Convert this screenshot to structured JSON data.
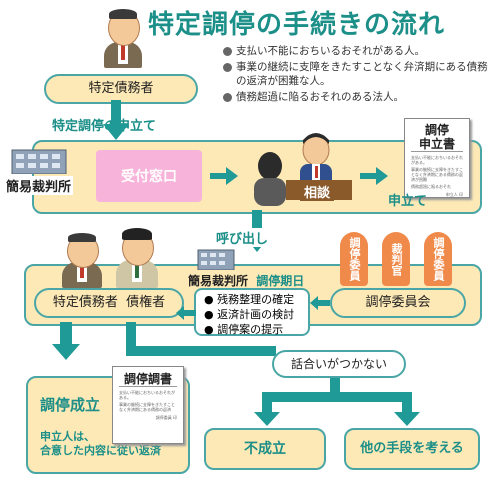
{
  "title": "特定調停の手続きの流れ",
  "bullets": [
    "支払い不能におちいるおそれがある人。",
    "事業の継続に支障をきたすことなく弁済期にある債務の返済が困難な人。",
    "債務超過に陥るおそれのある法人。"
  ],
  "debtor_top": "特定債務者",
  "apply_label": "特定調停の申立て",
  "court1": "簡易裁判所",
  "reception": "受付窓口",
  "consult": "相談",
  "doc1": {
    "title": "調停\n申立書",
    "lines": [
      "支払い不能におちいるおそれがある。",
      "事業の継続に支障をきたすことなく弁済期にある債務の返済が困難",
      "債務超過に陥るおそれ",
      "申立人 印"
    ]
  },
  "apply_out": "申立て",
  "summon": "呼び出し",
  "court2": "簡易裁判所",
  "date_label": "調停期日",
  "parties": {
    "debtor": "特定債務者",
    "creditor": "債権者"
  },
  "committee_badges": [
    "調停委員",
    "裁判官",
    "調停委員"
  ],
  "committee": "調停委員会",
  "steps": [
    "残務整理の確定",
    "返済計画の検討",
    "調停案の提示"
  ],
  "no_agree": "話合いがつかない",
  "success": "調停成立",
  "success_note": "申立人は、\n合意した内容に従い返済",
  "doc2": {
    "title": "調停調書",
    "lines": [
      "支払い不能におちいるおそれがある。",
      "事業の継続に支障をきたすことなく弁済期にある債務の返済",
      "調停委員 印"
    ]
  },
  "fail": "不成立",
  "other": "他の手段を考える",
  "colors": {
    "teal": "#4aa6a6",
    "title": "#1b8f88",
    "band": "#fde9b6",
    "pink": "#f7b3d9",
    "badge": "#f08a4b"
  }
}
